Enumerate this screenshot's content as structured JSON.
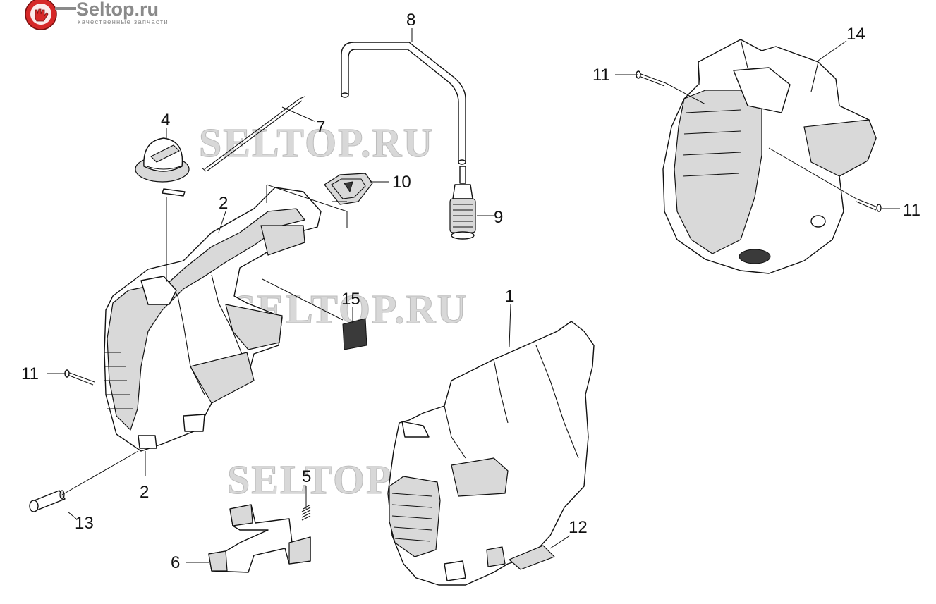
{
  "logo": {
    "title": "Seltop.ru",
    "subtitle": "качественные запчасти"
  },
  "watermarks": [
    "SELTOP.RU",
    "SELTOP.RU",
    "SELTOP.RU"
  ],
  "labels": {
    "p1": "1",
    "p2a": "2",
    "p2b": "2",
    "p4": "4",
    "p5": "5",
    "p6": "6",
    "p7": "7",
    "p8": "8",
    "p9": "9",
    "p10": "10",
    "p11a": "11",
    "p11b": "11",
    "p11c": "11",
    "p12": "12",
    "p13": "13",
    "p14": "14",
    "p15": "15"
  },
  "colors": {
    "logo_red": "#d62828",
    "watermark": "#d8d8d8"
  }
}
